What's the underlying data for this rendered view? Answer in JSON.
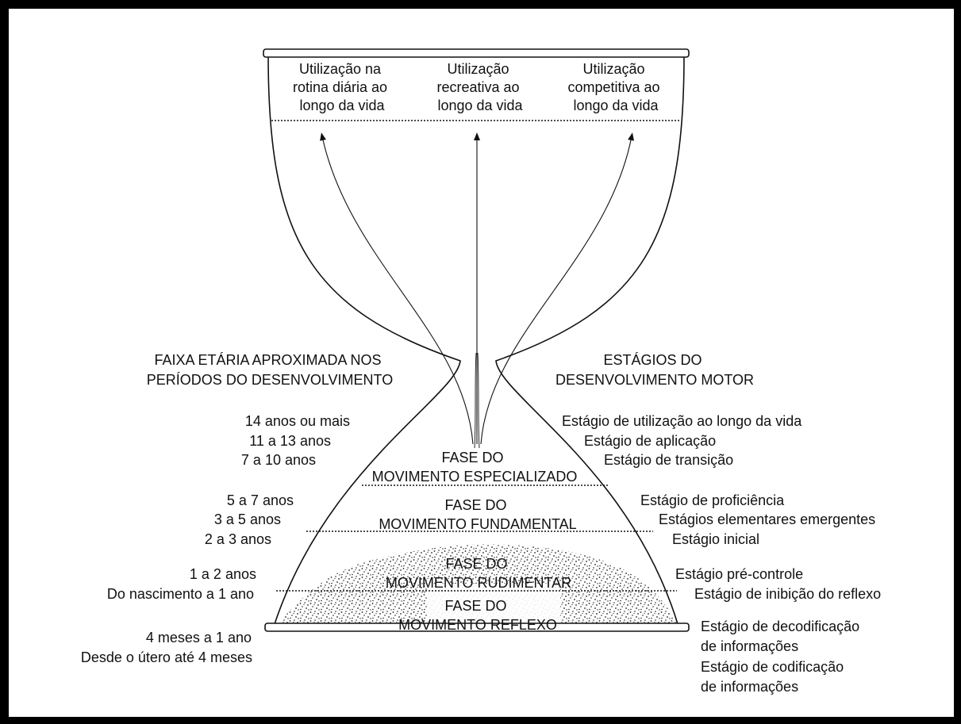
{
  "top_labels": [
    [
      "Utilização na",
      "rotina diária ao",
      "longo da vida"
    ],
    [
      "Utilização",
      "recreativa ao",
      "longo da vida"
    ],
    [
      "Utilização",
      "competitiva ao",
      "longo da vida"
    ]
  ],
  "left_header": [
    "FAIXA ETÁRIA APROXIMADA NOS",
    "PERÍODOS DO DESENVOLVIMENTO"
  ],
  "right_header": [
    "ESTÁGIOS DO",
    "DESENVOLVIMENTO MOTOR"
  ],
  "phases": [
    {
      "title": [
        "FASE DO",
        "MOVIMENTO ESPECIALIZADO"
      ],
      "ages": [
        "14 anos ou mais",
        "11 a 13 anos",
        "7 a 10 anos"
      ],
      "stages": [
        "Estágio de utilização ao longo da vida",
        "Estágio de aplicação",
        "Estágio de transição"
      ]
    },
    {
      "title": [
        "FASE DO",
        "MOVIMENTO FUNDAMENTAL"
      ],
      "ages": [
        "5 a 7 anos",
        "3 a 5 anos",
        "2 a 3 anos"
      ],
      "stages": [
        "Estágio de proficiência",
        "Estágios elementares emergentes",
        "Estágio inicial"
      ]
    },
    {
      "title": [
        "FASE DO",
        "MOVIMENTO RUDIMENTAR"
      ],
      "ages": [
        "1 a 2 anos",
        "Do nascimento a 1 ano"
      ],
      "stages": [
        "Estágio pré-controle",
        "Estágio de inibição do reflexo"
      ]
    },
    {
      "title": [
        "FASE DO",
        "MOVIMENTO REFLEXO"
      ],
      "ages": [
        "4 meses a 1 ano",
        "Desde o útero até 4 meses"
      ],
      "stages": [
        "Estágio de decodificação",
        "de informações",
        "Estágio de codificação",
        "de informações"
      ]
    }
  ]
}
